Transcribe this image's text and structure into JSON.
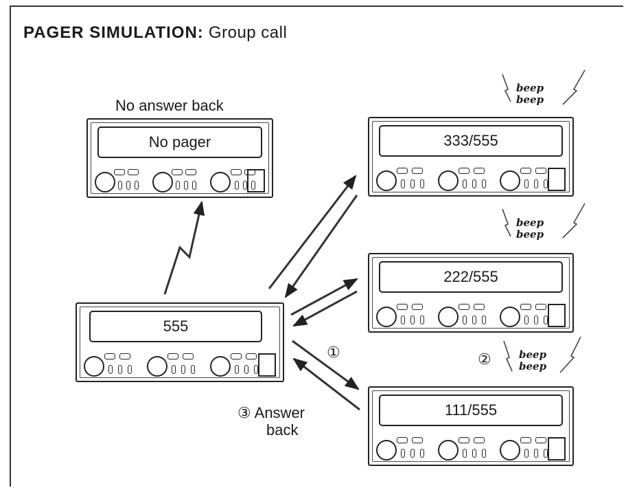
{
  "title": {
    "bold": "PAGER SIMULATION:",
    "rest": " Group call"
  },
  "no_answer_label": "No answer back",
  "radios": {
    "no_pager": "No pager",
    "base": "555",
    "r333": "333/555",
    "r222": "222/555",
    "r111": "111/555"
  },
  "beep": {
    "line1": "beep",
    "line2": "beep"
  },
  "steps": {
    "one": "①",
    "two": "②",
    "three": "③"
  },
  "answer_back": {
    "line1": "Answer",
    "line2": "back"
  }
}
